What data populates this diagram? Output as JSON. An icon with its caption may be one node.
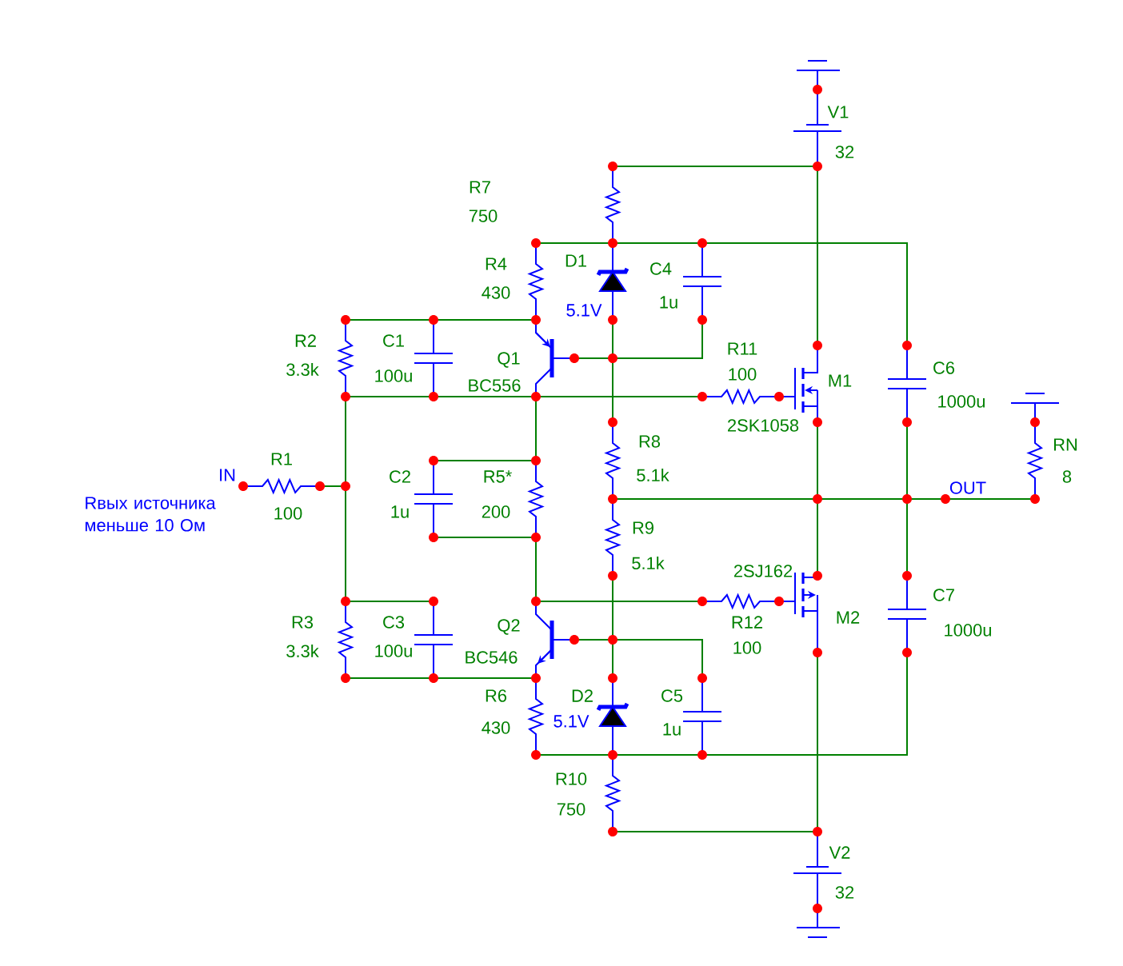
{
  "diagram": {
    "labels": [
      "V1",
      "32",
      "R7",
      "750",
      "R4",
      "430",
      "D1",
      "5.1V",
      "C4",
      "1u",
      "R2",
      "3.3k",
      "C1",
      "100u",
      "Q1",
      "BC556",
      "R11",
      "100",
      "M1",
      "2SK1058",
      "C6",
      "1000u",
      "RN",
      "8",
      "IN",
      "R1",
      "100",
      "Rвых источника меньше 10 Ом",
      "C2",
      "1u",
      "R5*",
      "200",
      "OUT",
      "R8",
      "5.1k",
      "R9",
      "5.1k",
      "2SJ162",
      "R12",
      "100",
      "M2",
      "C7",
      "1000u",
      "R3",
      "3.3k",
      "C3",
      "100u",
      "Q2",
      "BC546",
      "R6",
      "430",
      "D2",
      "5.1V",
      "C5",
      "1u",
      "R10",
      "750",
      "V2",
      "32"
    ]
  }
}
